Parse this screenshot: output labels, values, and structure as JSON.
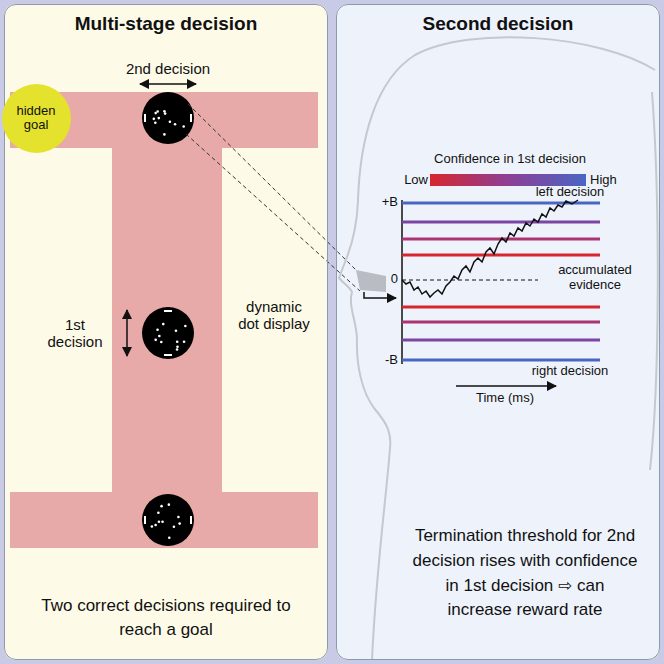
{
  "diagram": {
    "nodes": [
      {
        "text": [
          "Multi-stage decision",
          "Two correct decisions required to reach a goal"
        ]
      },
      {
        "text": [
          "hidden goal"
        ],
        "in": 0
      },
      {
        "text": [
          "Second decision",
          "Termination threshold for 2nd decision rises with confidence in 1st decision ⇨ can increase reward rate"
        ]
      }
    ],
    "labels": [
      "2nd decision",
      "1st decision",
      "dynamic dot display",
      "Confidence in 1st decision",
      "Low",
      "High",
      "left decision",
      "+B",
      "0",
      "-B",
      "accumulated evidence",
      "right decision",
      "Time (ms)"
    ]
  }
}
